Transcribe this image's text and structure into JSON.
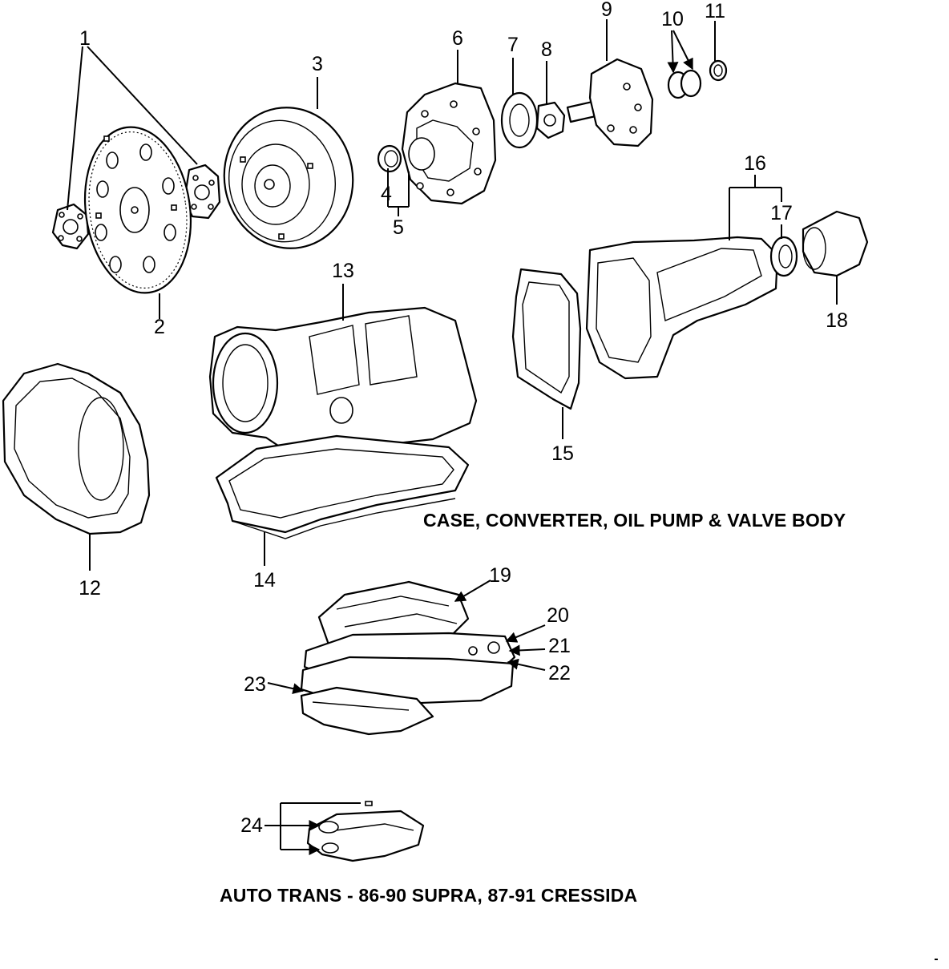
{
  "sections": {
    "upper_caption": "CASE, CONVERTER, OIL PUMP & VALVE BODY",
    "lower_caption": "AUTO TRANS - 86-90 SUPRA, 87-91 CRESSIDA"
  },
  "callouts": [
    "1",
    "2",
    "3",
    "4",
    "5",
    "6",
    "7",
    "8",
    "9",
    "10",
    "11",
    "12",
    "13",
    "14",
    "15",
    "16",
    "17",
    "18",
    "19",
    "20",
    "21",
    "22",
    "23",
    "24"
  ]
}
